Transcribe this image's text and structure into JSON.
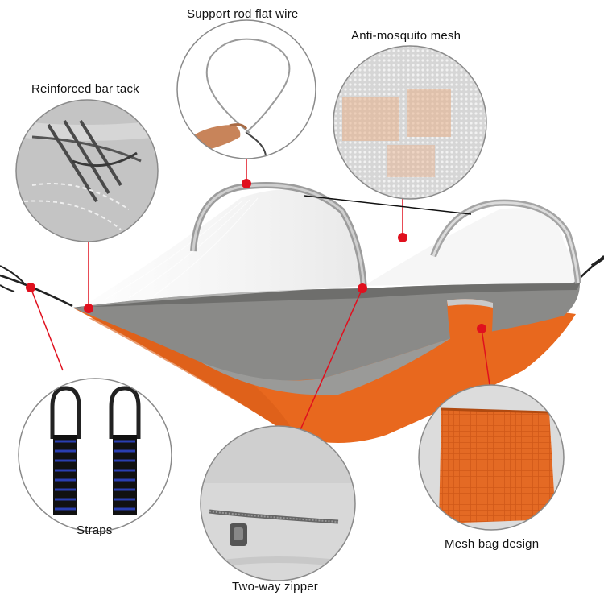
{
  "labels": {
    "support_rod": "Support rod flat wire",
    "mesh": "Anti-mosquito mesh",
    "bar_tack": "Reinforced bar tack",
    "straps": "Straps",
    "zipper": "Two-way zipper",
    "mesh_bag": "Mesh bag design"
  },
  "colors": {
    "orange": "#e8681e",
    "grey": "#8a8a88",
    "marker": "#e0101e",
    "circle_border": "#8a8a8a",
    "mesh_grey": "#d4d4d4",
    "strap_blue": "#2a3eb0"
  }
}
